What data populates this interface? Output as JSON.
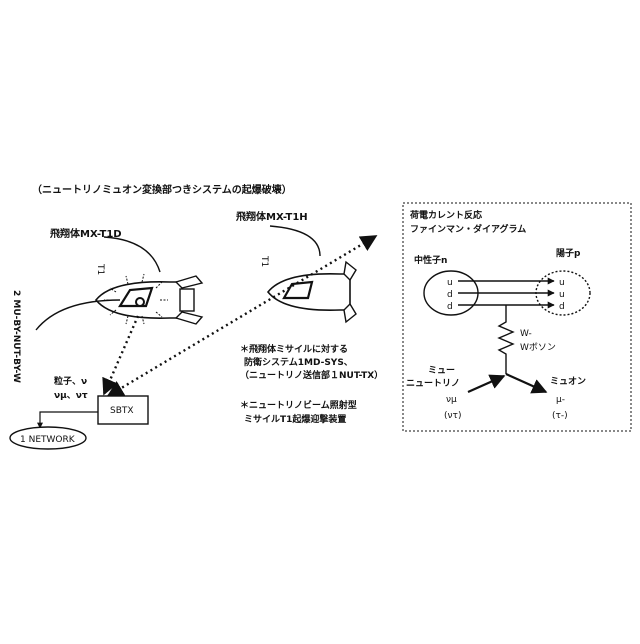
{
  "header": {
    "caption": "（ニュートリノミュオン変換部つきシステムの起爆破壊）"
  },
  "missile_left": {
    "name": "飛翔体MX-T1D",
    "tag": "T1"
  },
  "missile_right": {
    "name": "飛翔体MX-T1H",
    "tag": "T1"
  },
  "vertical_label": "2 MU-BY-NUT-BY-W",
  "particle_label": {
    "line1": "粒子、ν",
    "line2": "νμ、ντ"
  },
  "box": {
    "label": "SBTX"
  },
  "network": {
    "label": "1 NETWORK"
  },
  "notes": [
    "＊飛翔体ミサイルに対する",
    "防衛システム1MD-SYS、",
    "（ニュートリノ送信部１NUT-TX）",
    "＊ニュートリノビーム照射型",
    "ミサイルT1起爆迎撃装置"
  ],
  "feynman": {
    "title": "荷電カレント反応",
    "subtitle": "ファインマン・ダイアグラム",
    "neutron": "中性子n",
    "proton": "陽子p",
    "left_quarks": [
      "u",
      "d",
      "d"
    ],
    "right_quarks": [
      "u",
      "u",
      "d"
    ],
    "boson": {
      "line1": "W-",
      "line2": "Wボソン"
    },
    "neutrino": {
      "line1": "ミュー",
      "line2": "ニュートリノ",
      "symbol": "νμ",
      "tau": "(ντ)"
    },
    "muon": {
      "line1": "ミュオン",
      "symbol": "μ-",
      "tau": "(τ-)"
    }
  }
}
